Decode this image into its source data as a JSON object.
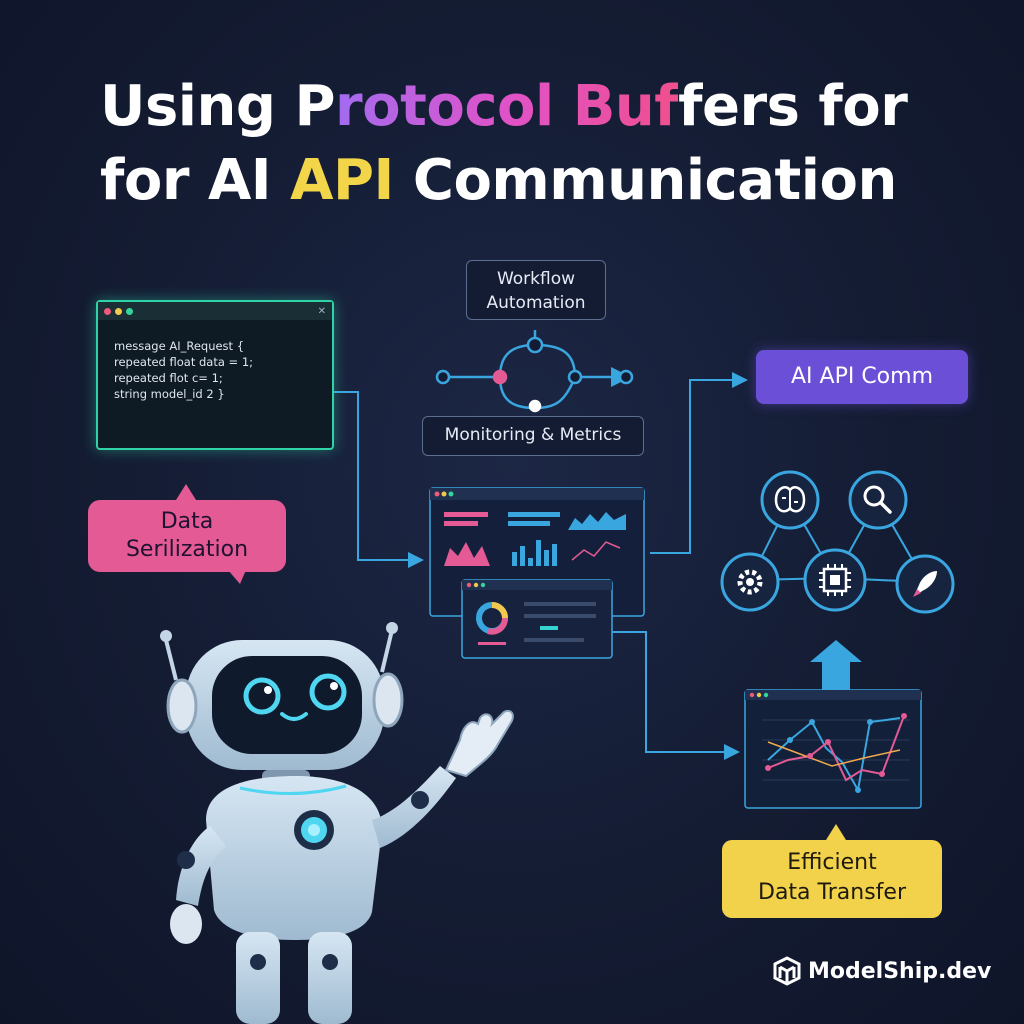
{
  "title": {
    "line1_pre": "Using P",
    "line1_highlight": "rotocol Buf",
    "line1_post": "fers for",
    "line2_pre": "for AI ",
    "line2_highlight": "API",
    "line2_post": " Communication"
  },
  "code_window": {
    "lines": [
      "message AI_Request {",
      "repeated float data = 1;",
      "repeated flot c= 1;",
      "string model_id 2 }"
    ]
  },
  "labels": {
    "data_serialization_line1": "Data",
    "data_serialization_line2": "Serilization",
    "workflow_line1": "Workflow",
    "workflow_line2": "Automation",
    "monitoring": "Monitoring & Metrics",
    "ai_api_comm": "AI API Comm",
    "efficient_line1": "Efficient",
    "efficient_line2": "Data Transfer"
  },
  "icons": [
    "brain-icon",
    "magnifier-icon",
    "gear-icon",
    "chip-icon",
    "rocket-icon"
  ],
  "brand": {
    "name": "ModelShip.dev"
  },
  "colors": {
    "accent_teal": "#2fd3a6",
    "accent_pink": "#e35a94",
    "accent_purple": "#6b4fd6",
    "accent_yellow": "#f2d24a",
    "line_blue": "#3aa6e0"
  }
}
